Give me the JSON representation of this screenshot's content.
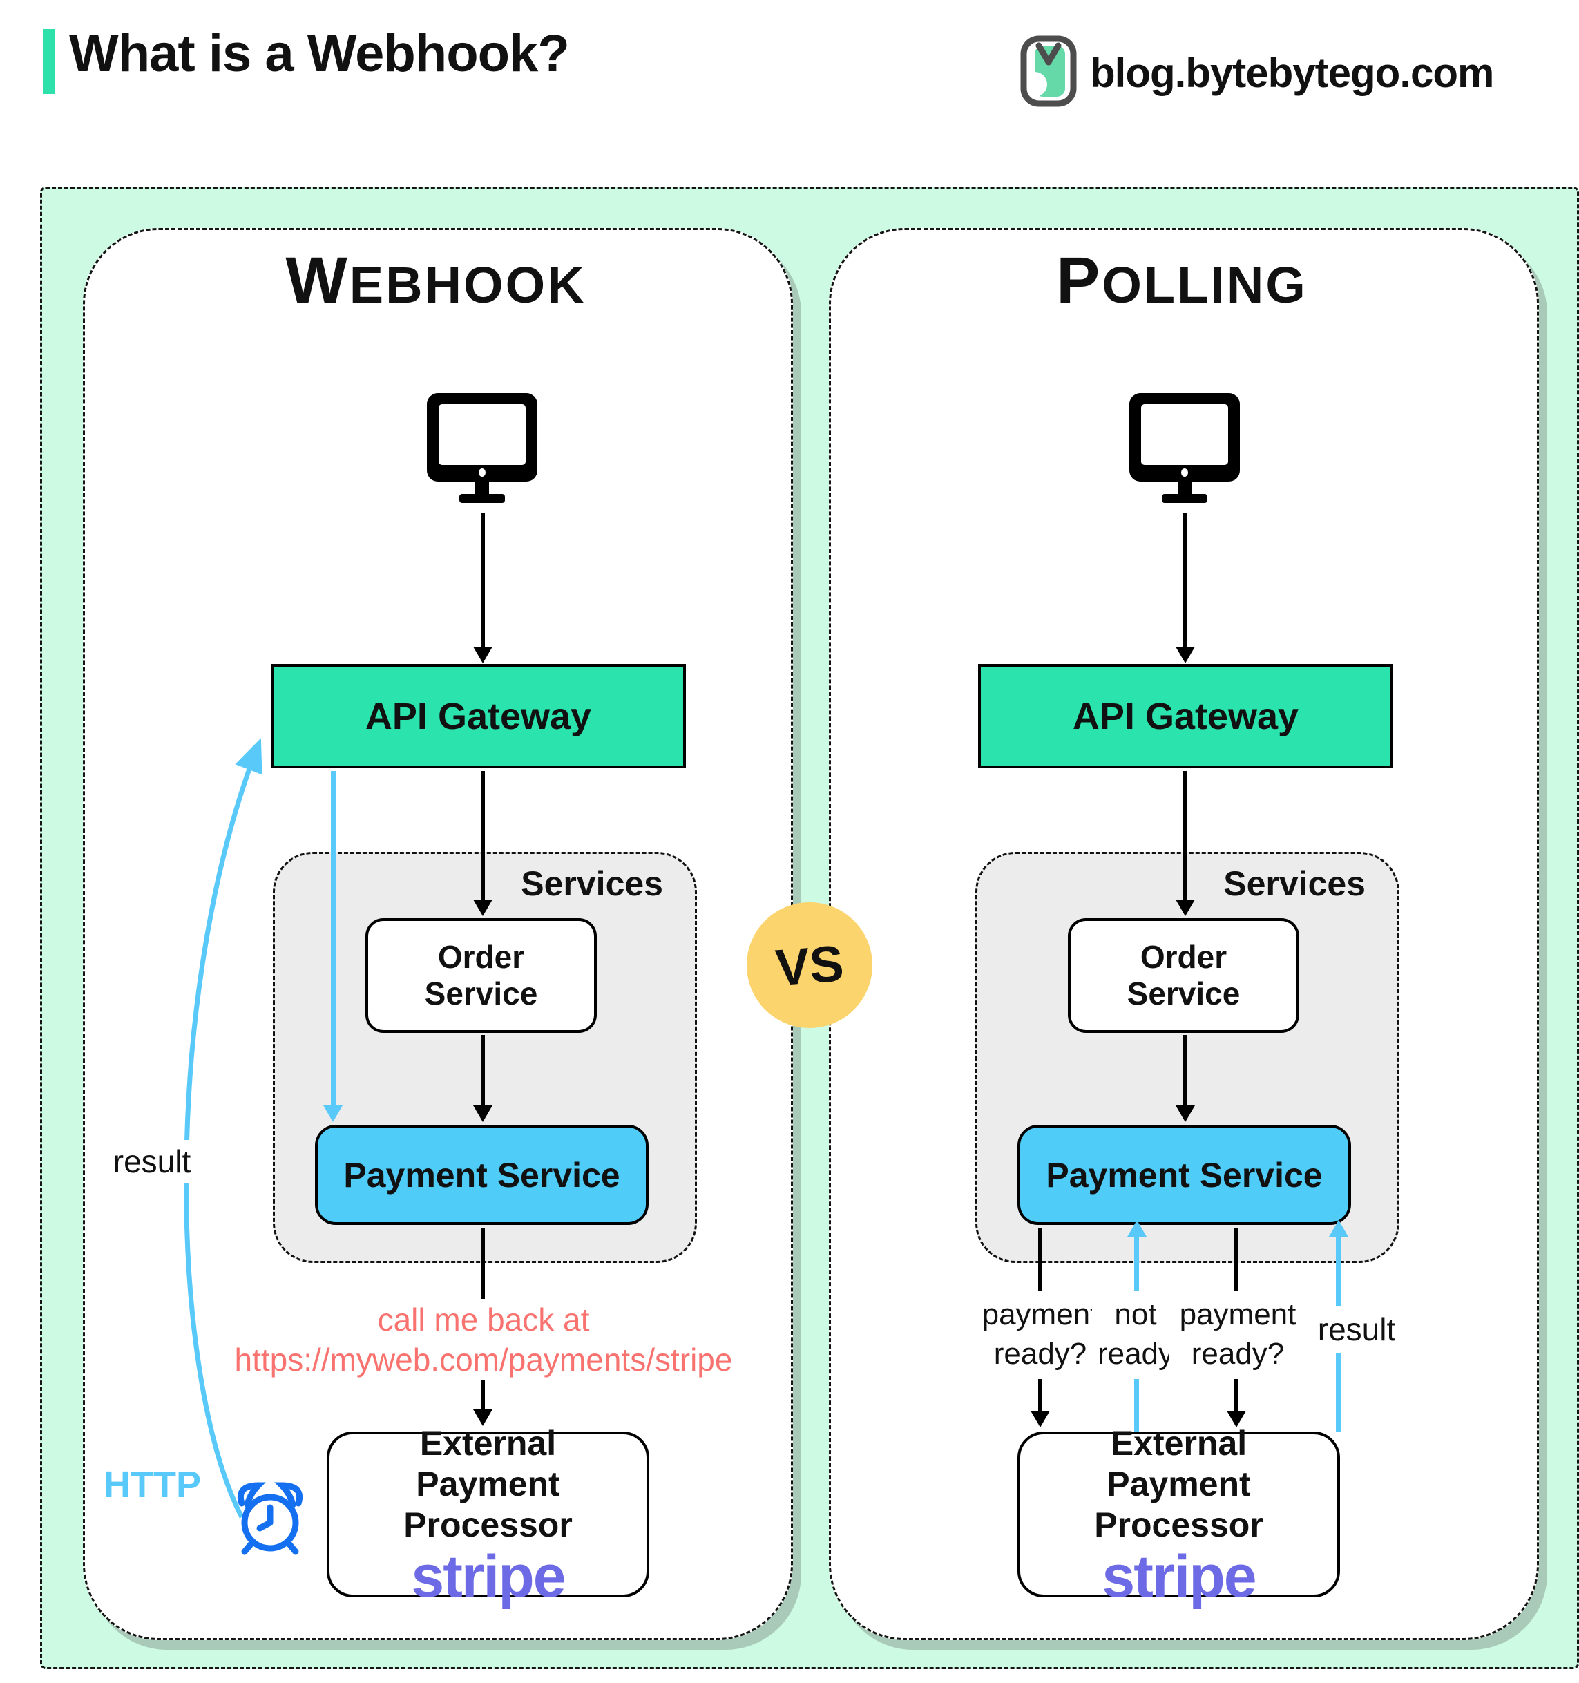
{
  "header": {
    "title": "What is a Webhook?",
    "site": "blog.bytebytego.com"
  },
  "vs_badge": "VS",
  "nodes": {
    "api_gateway": "API Gateway",
    "services": "Services",
    "order_line1": "Order",
    "order_line2": "Service",
    "payment_service": "Payment Service",
    "external_line1": "External",
    "external_line2": "Payment Processor",
    "stripe_wordmark": "stripe"
  },
  "webhook": {
    "title": "Webhook",
    "result_label": "result",
    "http_label": "HTTP",
    "callback_line1": "call me back at",
    "callback_line2": "https://myweb.com/payments/stripe"
  },
  "polling": {
    "title": "Polling",
    "labels": {
      "payment_ready_1": "payment ready?",
      "not_ready": "not ready",
      "payment_ready_2": "payment ready?",
      "result": "result"
    }
  },
  "colors": {
    "mint_background": "#cdfae2",
    "gateway_green": "#2be3ac",
    "payment_blue": "#50ccf8",
    "services_gray": "#ececec",
    "arrow_blue": "#58c9f8",
    "callback_salmon": "#f8736f",
    "stripe_purple": "#6c6ae4",
    "vs_yellow": "#fbd46d",
    "clock_blue": "#1470f0",
    "accent_teal": "#2ee0a9"
  }
}
